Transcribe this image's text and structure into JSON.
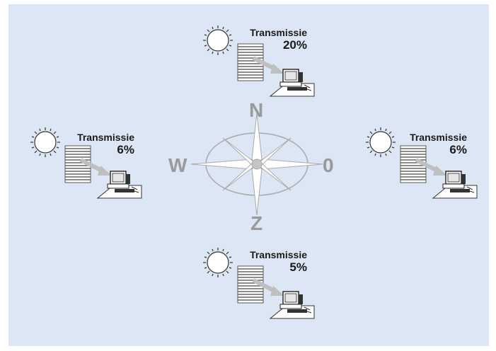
{
  "compass": {
    "north": "N",
    "south": "Z",
    "west": "W",
    "east": "0"
  },
  "groups": [
    {
      "id": "north",
      "label": "Transmissie",
      "value": "20%"
    },
    {
      "id": "west",
      "label": "Transmissie",
      "value": "6%"
    },
    {
      "id": "east",
      "label": "Transmissie",
      "value": "6%"
    },
    {
      "id": "south",
      "label": "Transmissie",
      "value": "5%"
    }
  ],
  "colors": {
    "background": "#dde6f4",
    "compass": "#9a9a9a"
  },
  "icons": [
    "sun-icon",
    "blinds-icon",
    "arrow-icon",
    "computer-icon"
  ]
}
